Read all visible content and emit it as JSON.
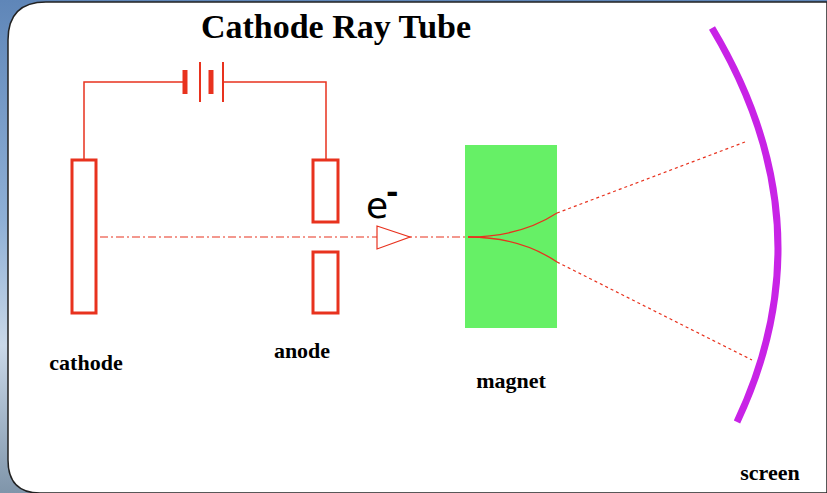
{
  "diagram": {
    "title": "Cathode Ray Tube",
    "labels": [
      "cathode",
      "anode",
      "e",
      "-",
      "magnet",
      "screen"
    ]
  }
}
